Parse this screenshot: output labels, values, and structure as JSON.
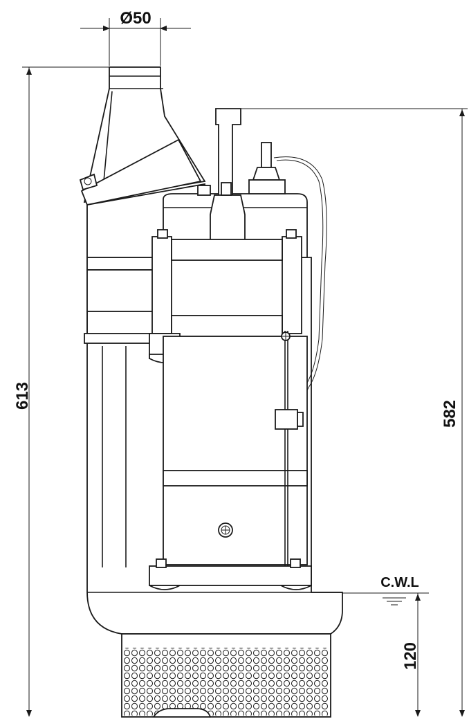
{
  "dimensions": {
    "outlet_diameter": "Ø50",
    "total_height": "613",
    "handle_height": "582",
    "cwl_height": "120"
  },
  "labels": {
    "water_level": "C.W.L"
  },
  "colors": {
    "line": "#1a1a1a",
    "background": "#ffffff"
  }
}
